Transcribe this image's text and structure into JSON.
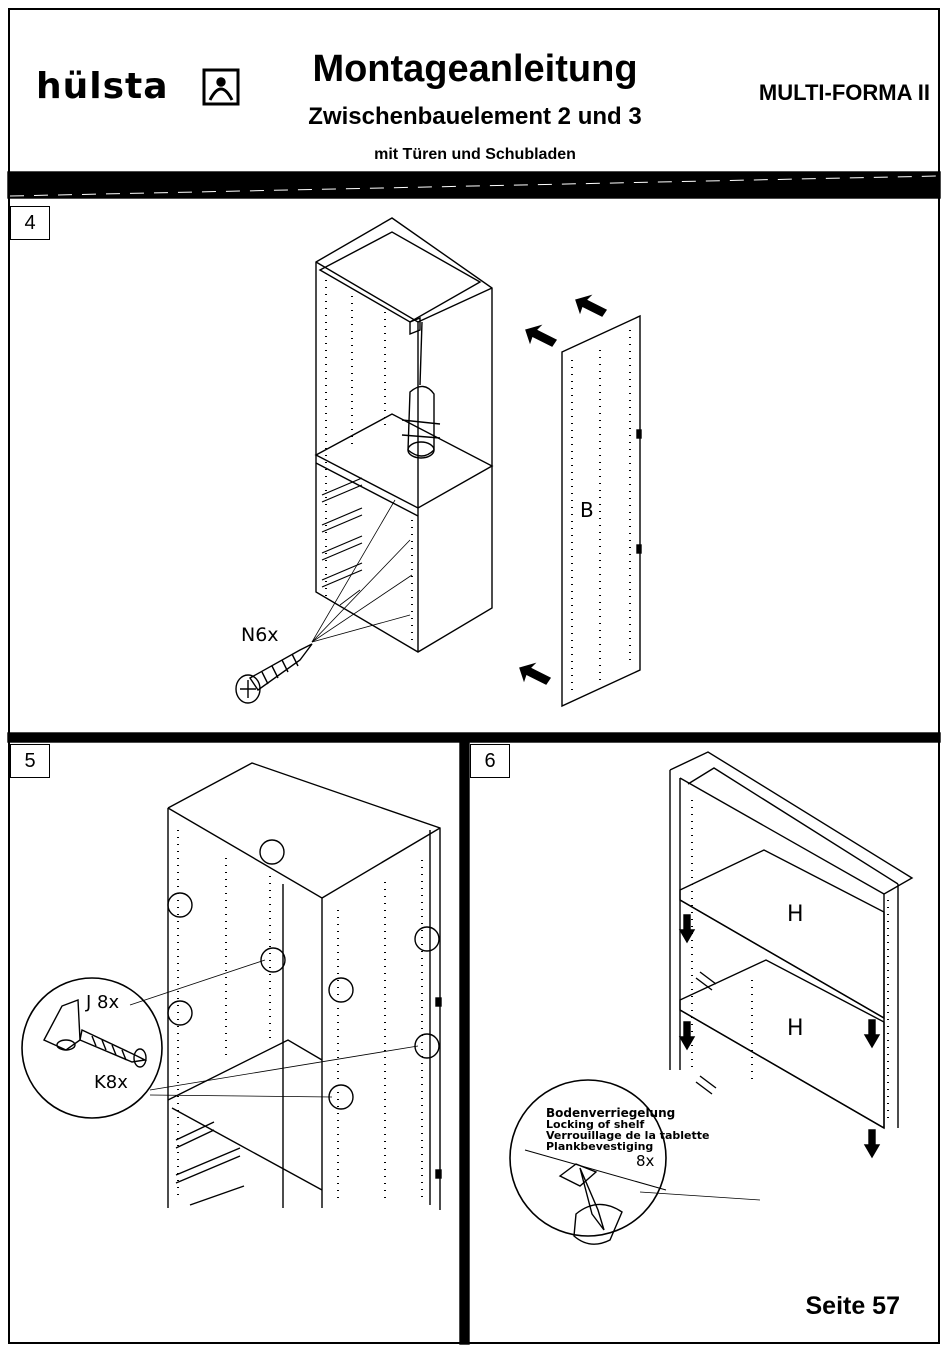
{
  "header": {
    "brand": "hülsta",
    "title": "Montageanleitung",
    "subtitle": "Zwischenbauelement 2 und 3",
    "subsubtitle": "mit Türen und Schubladen",
    "product": "MULTI-FORMA II"
  },
  "steps": [
    {
      "number": "4",
      "labels": {
        "screw": "N6x",
        "panel": "B"
      }
    },
    {
      "number": "5",
      "labels": {
        "bracket": "J 8x",
        "screw": "K8x"
      }
    },
    {
      "number": "6",
      "labels": {
        "shelf_top": "H",
        "shelf_bottom": "H",
        "count": "8x"
      },
      "callout": [
        "Bodenverriegelung",
        "Locking of shelf",
        "Verrouillage de la tablette",
        "Plankbevestiging"
      ]
    }
  ],
  "footer": {
    "page": "Seite 57"
  },
  "colors": {
    "ink": "#000000",
    "paper": "#ffffff"
  }
}
